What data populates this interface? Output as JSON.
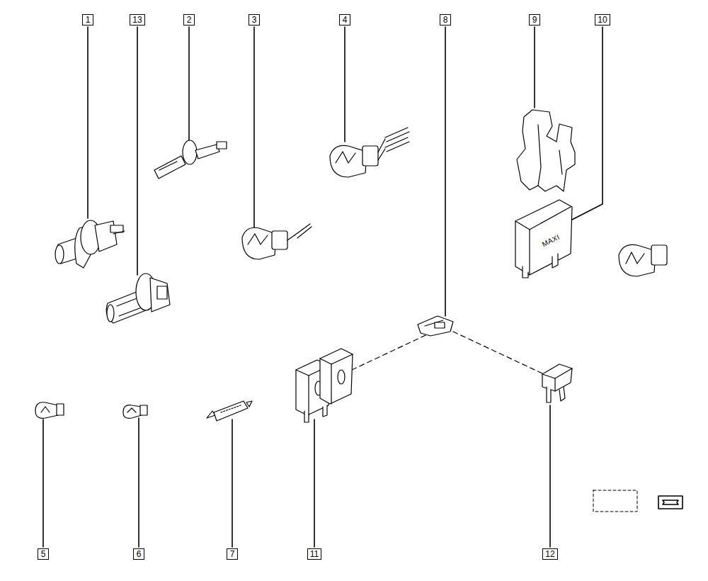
{
  "diagram": {
    "labels": [
      "1",
      "13",
      "2",
      "3",
      "4",
      "8",
      "9",
      "10",
      "5",
      "6",
      "7",
      "11",
      "12",
      "MAXI"
    ]
  }
}
